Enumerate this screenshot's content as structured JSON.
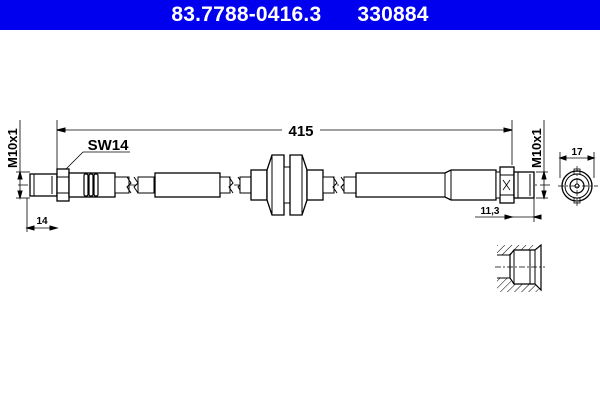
{
  "header": {
    "part_number": "83.7788-0416.3",
    "reference_number": "330884",
    "background_color": "#0000ee",
    "text_color": "#ffffff"
  },
  "dimensions": {
    "overall_length": "415",
    "left_thread": "M10x1",
    "left_wrench_size": "SW14",
    "left_length": "14",
    "right_thread": "M10x1",
    "right_length": "11,3",
    "end_view_diameter": "17"
  }
}
